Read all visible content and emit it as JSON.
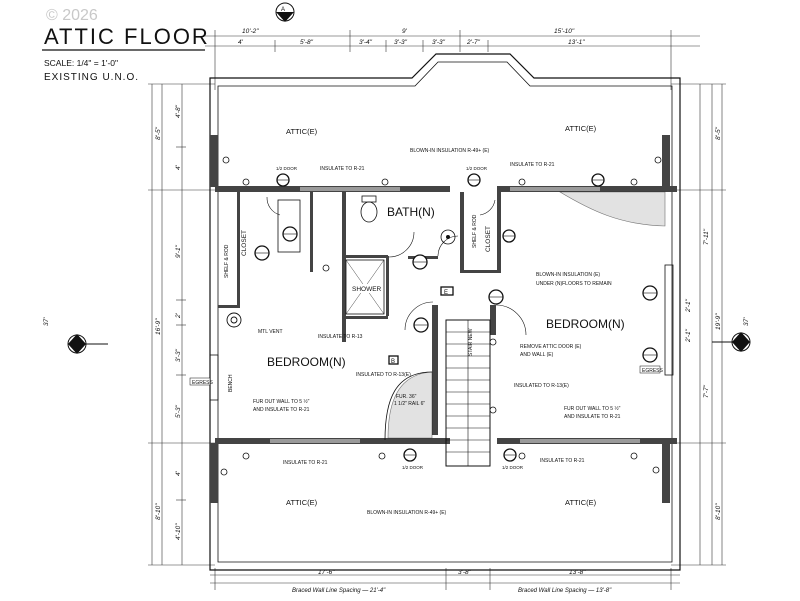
{
  "watermark": "© 2026",
  "title": "ATTIC FLOOR",
  "scale": "SCALE: 1/4\" = 1'-0\"",
  "existing": "EXISTING U.N.O.",
  "top_dims": {
    "overall_left": "10'-2\"",
    "mid": "9'",
    "overall_right": "15'-10\"",
    "d1": "4'",
    "d2": "5'-8\"",
    "d3": "3'-4\"",
    "d4": "3'-3\"",
    "d5": "3'-3\"",
    "d6": "2'-7\"",
    "d7": "13'-1\""
  },
  "left_dims": {
    "overall_top": "8'-5\"",
    "overall_mid": "16'-9\"",
    "overall_bot": "8'-10\"",
    "a1": "4'-8\"",
    "a2": "4'",
    "a3": "9'-1\"",
    "a4": "2'",
    "a5": "3'-3\"",
    "a6": "5'-3\"",
    "a7": "4'",
    "a8": "4'-10\"",
    "side": "37'"
  },
  "right_dims": {
    "r_top": "8'-5\"",
    "r_mid": "19'-9\"",
    "r_bot": "8'-10\"",
    "r1": "7'-11\"",
    "r2": "2'-1\"",
    "r3": "2'-1\"",
    "r4": "7'-7\"",
    "side": "37'"
  },
  "bottom_dims": {
    "b1": "17'-6\"",
    "b2": "3'-8\"",
    "b3": "13'-8\""
  },
  "rooms": {
    "attic_tl": "ATTIC(E)",
    "attic_tr": "ATTIC(E)",
    "attic_bl": "ATTIC(E)",
    "attic_br": "ATTIC(E)",
    "bath": "BATH(N)",
    "bedroom_left": "BEDROOM(N)",
    "bedroom_right": "BEDROOM(N)"
  },
  "notes": {
    "insulate_r21_top": "INSULATE TO R-21",
    "insulate_r21_right": "INSULATE TO R-21",
    "blown_top": "BLOWN-IN INSULATION R-49+ (E)",
    "blown_under": "BLOWN-IN INSULATION (E)",
    "blown_under2": "UNDER (N)FLOORS TO REMAIN",
    "insulate_r13": "INSULATE TO R-13",
    "insulate_r13e": "INSULATED TO R-13(E)",
    "insulated_r13": "INSULATED TO R-13(E)",
    "fur_left": "FUR OUT WALL TO 5 ½\"",
    "fur_left2": "AND INSULATE TO R-21",
    "fur_right": "FUR OUT WALL TO 5 ½\"",
    "fur_right2": "AND INSULATE TO R-21",
    "insulate_bl": "INSULATE TO R-21",
    "insulate_br": "INSULATE TO R-21",
    "blown_bottom": "BLOWN-IN INSULATION R-49+ (E)",
    "remove_attic": "REMOVE ATTIC DOOR (E)",
    "remove_attic2": "AND WALL (E)",
    "mtl_vent": "MTL VENT",
    "shower": "SHOWER",
    "shelf_rod_left": "SHELF & ROD",
    "shelf_rod_right": "SHELF & ROD",
    "closet_left": "CLOSET",
    "closet_right": "CLOSET",
    "egress": "EGRESS",
    "bench": "BENCH",
    "up_rail": "FUR. 36\"",
    "up_rail2": "1 1/2\" RAIL 6\"",
    "door_tl": "1/2 DOOR",
    "door_tr": "1/2 DOOR",
    "door_bl": "1/2 DOOR",
    "door_br": "1/2 DOOR",
    "tag_e": "E",
    "tag_b": "B",
    "stair_label": "STAIR NEW"
  },
  "bottom_notes": {
    "left": "Braced Wall Line Spacing — 21'-4\"",
    "right": "Braced Wall Line Spacing — 13'-8\""
  }
}
